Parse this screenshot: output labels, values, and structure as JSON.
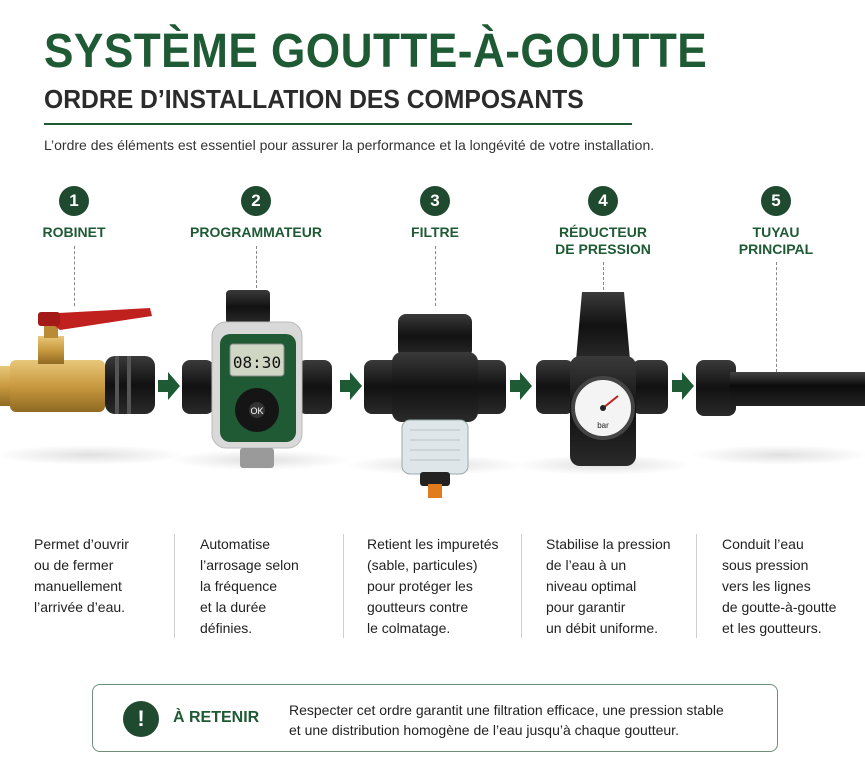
{
  "header": {
    "title": "SYSTÈME GOUTTE-À-GOUTTE",
    "subtitle": "ORDRE D’INSTALLATION DES COMPOSANTS",
    "intro": "L’ordre des éléments est essentiel pour assurer la performance et la longévité de votre installation."
  },
  "steps": [
    {
      "number": "1",
      "label": "ROBINET",
      "description": [
        "Permet d’ouvrir",
        "ou de fermer",
        "manuellement",
        "l’arrivée d’eau."
      ]
    },
    {
      "number": "2",
      "label": "PROGRAMMATEUR",
      "description": [
        "Automatise",
        "l’arrosage selon",
        "la fréquence",
        "et la durée",
        "définies."
      ]
    },
    {
      "number": "3",
      "label": "FILTRE",
      "description": [
        "Retient les impuretés",
        "(sable, particules)",
        "pour protéger les",
        "goutteurs contre",
        "le colmatage."
      ]
    },
    {
      "number": "4",
      "label": [
        "RÉDUCTEUR",
        "DE PRESSION"
      ],
      "description": [
        "Stabilise la pression",
        "de l’eau à un",
        "niveau optimal",
        "pour garantir",
        "un débit uniforme."
      ]
    },
    {
      "number": "5",
      "label": [
        "TUYAU",
        "PRINCIPAL"
      ],
      "description": [
        "Conduit l’eau",
        "sous pression",
        "vers les lignes",
        "de goutte-à-goutte",
        "et les goutteurs."
      ]
    }
  ],
  "timer": {
    "display": "08:30",
    "ok_label": "OK"
  },
  "gauge": {
    "unit": "bar"
  },
  "note": {
    "title": "À RETENIR",
    "lines": [
      "Respecter cet ordre garantit une filtration efficace, une pression stable",
      "et une distribution homogène de l’eau jusqu’à chaque goutteur."
    ]
  },
  "colors": {
    "brand_green": "#1e5a34",
    "badge_green": "#1f4a30",
    "valve_red": "#c0201e",
    "brass": "#c9a24a"
  }
}
